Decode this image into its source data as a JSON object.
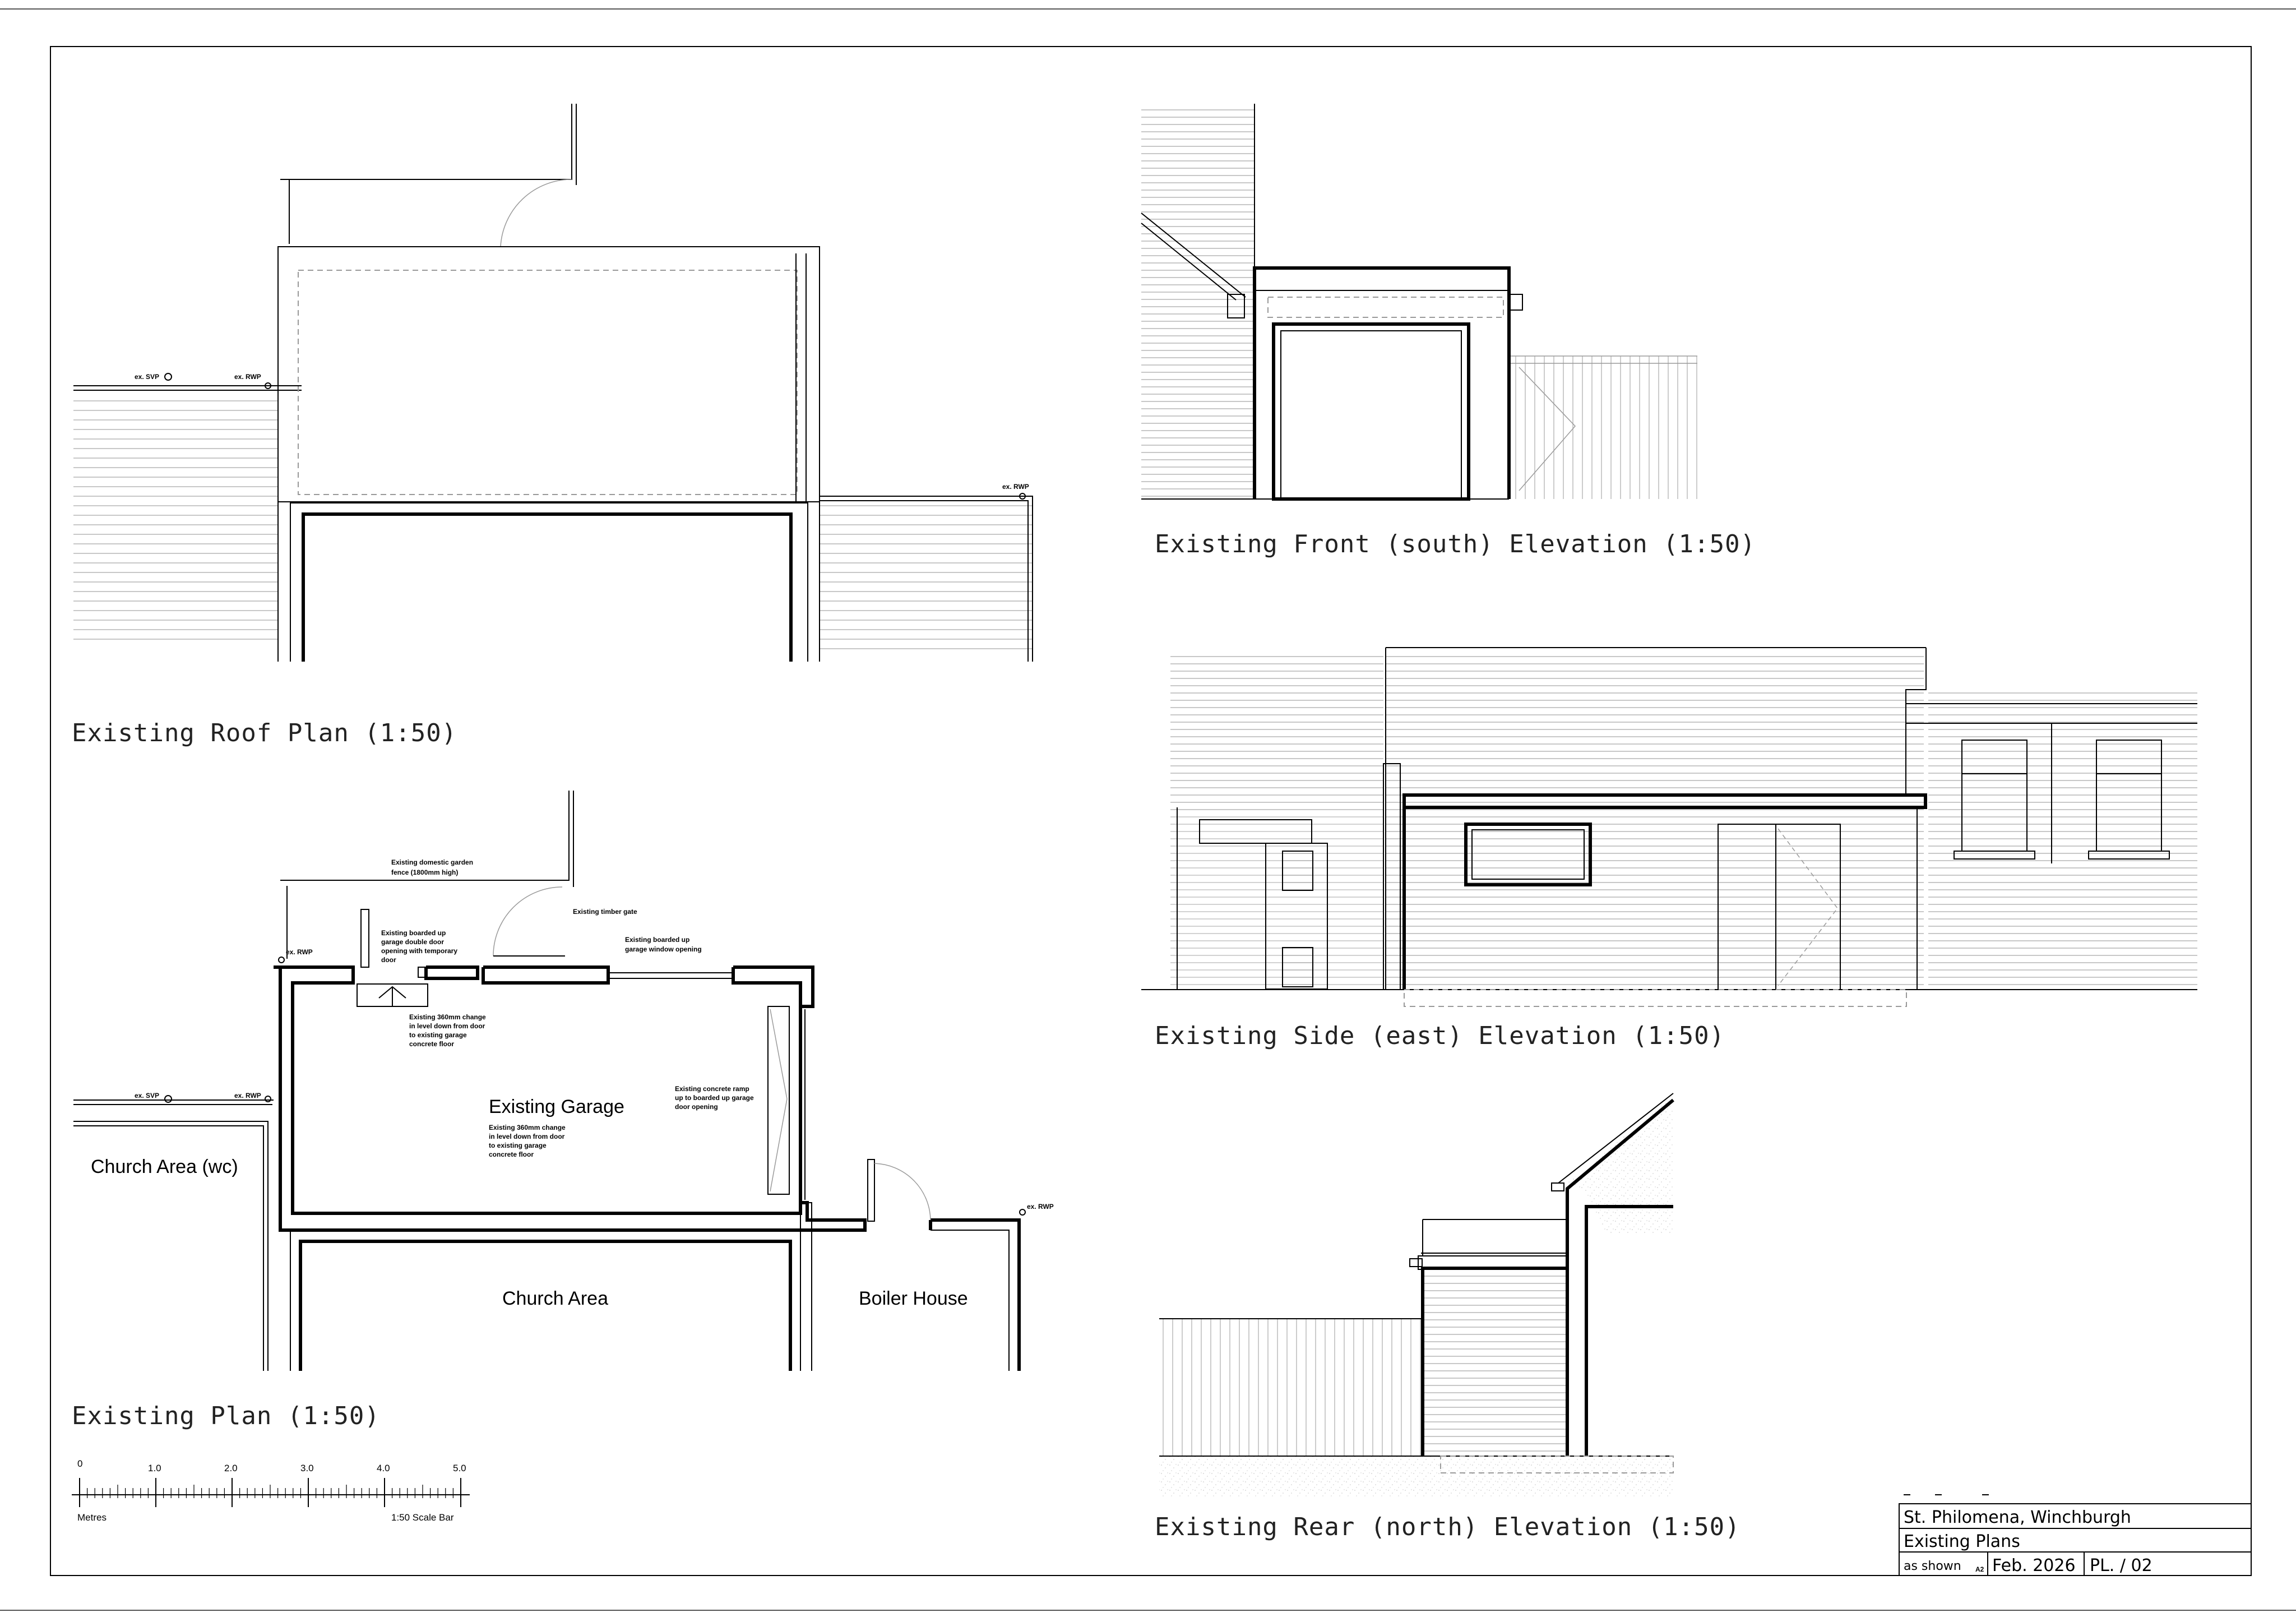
{
  "drawing_titles": {
    "roof_plan": "Existing Roof Plan (1:50)",
    "plan": "Existing Plan (1:50)",
    "front_elevation": "Existing Front (south) Elevation (1:50)",
    "side_elevation": "Existing Side (east) Elevation (1:50)",
    "rear_elevation": "Existing Rear (north) Elevation (1:50)"
  },
  "roof_plan": {
    "svp_label": "ex. SVP",
    "rwp_label": "ex. RWP",
    "rwp_right_label": "ex. RWP"
  },
  "plan": {
    "rooms": {
      "garage": "Existing Garage",
      "church_wc": "Church Area (wc)",
      "church": "Church Area",
      "boiler": "Boiler House"
    },
    "labels": {
      "svp": "ex. SVP",
      "rwp_left": "ex. RWP",
      "rwp_top": "ex. RWP",
      "rwp_right": "ex. RWP"
    },
    "notes": {
      "fence_1": "Existing domestic garden",
      "fence_2": "fence (1800mm high)",
      "gate": "Existing timber gate",
      "window_1": "Existing boarded up",
      "window_2": "garage window opening",
      "door_1": "Existing boarded up",
      "door_2": "garage double door",
      "door_3": "opening with temporary",
      "door_4": "door",
      "step_1": "Existing 360mm change",
      "step_2": "in level down from door",
      "step_3": "to existing garage",
      "step_4": "concrete floor",
      "level_1": "Existing 360mm change",
      "level_2": "in level down from door",
      "level_3": "to existing garage",
      "level_4": "concrete floor",
      "ramp_1": "Existing concrete ramp",
      "ramp_2": "up to boarded up garage",
      "ramp_3": "door opening"
    }
  },
  "scale_bar": {
    "ticks": [
      "0",
      "1.0",
      "2.0",
      "3.0",
      "4.0",
      "5.0"
    ],
    "unit": "Metres",
    "caption": "1:50 Scale Bar"
  },
  "title_block": {
    "project": "St. Philomena, Winchburgh",
    "drawing": "Existing Plans",
    "scale": "as shown",
    "size": "A2",
    "date": "Feb. 2026",
    "number": "PL. / 02"
  }
}
